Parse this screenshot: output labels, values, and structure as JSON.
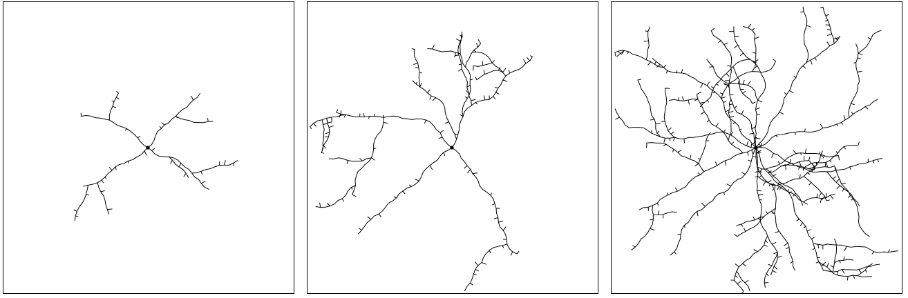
{
  "figure": {
    "panels": [
      {
        "id": "panel-1",
        "seed": 11,
        "arm_reach": 0.28,
        "branching": 0.32,
        "sub_arms": false
      },
      {
        "id": "panel-2",
        "seed": 23,
        "arm_reach": 0.46,
        "branching": 0.5,
        "sub_arms": true
      },
      {
        "id": "panel-3",
        "seed": 47,
        "arm_reach": 0.5,
        "branching": 0.62,
        "sub_arms": true,
        "dense": true
      }
    ],
    "line_color": "#000000",
    "seed_color": "#000000"
  }
}
